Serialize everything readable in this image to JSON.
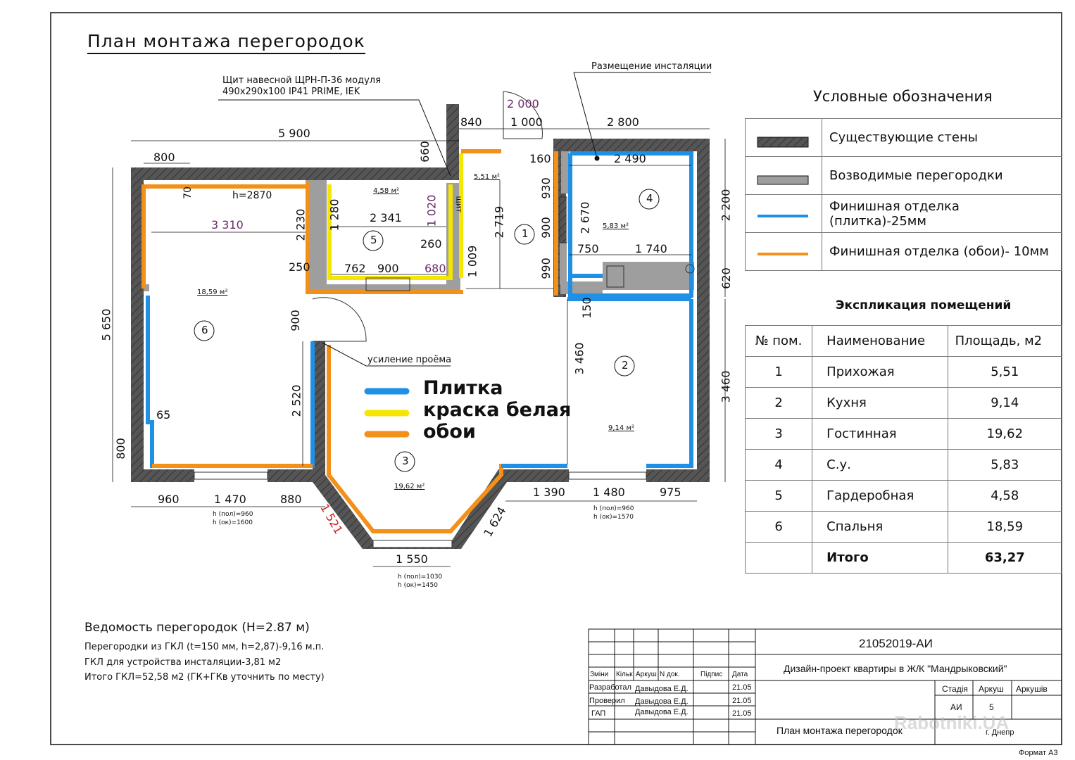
{
  "title": "План монтажа перегородок",
  "callouts": {
    "panel_line1": "Щит навесной ЩРН-П-36 модуля",
    "panel_line2": "490х290х100 IP41 PRIME, IEK",
    "install": "Размещение инсталяции",
    "opening": "усиление проёма",
    "panel_label": "щит"
  },
  "annotations": {
    "ceiling_height": "h=2870",
    "window1": [
      "h (пол)=960",
      "h (ок)=1600"
    ],
    "window2": [
      "h (пол)=960",
      "h (ок)=1570"
    ],
    "window3": [
      "h (пол)=1030",
      "h (ок)=1450"
    ]
  },
  "dimensions": {
    "total_width": "5 900",
    "d800a": "800",
    "d660": "660",
    "d840": "840",
    "d1000": "1 000",
    "d2000": "2 000",
    "d2800": "2 800",
    "d2490": "2 490",
    "d160": "160",
    "d930": "930",
    "d900b": "900",
    "d990": "990",
    "d2670": "2 670",
    "d750": "750",
    "d1740": "1 740",
    "d2200": "2 200",
    "d620": "620",
    "d150": "150",
    "d3460a": "3 460",
    "d3460b": "3 460",
    "d70": "70",
    "d3310": "3 310",
    "d2230": "2 230",
    "d1280": "1 280",
    "d2341": "2 341",
    "d1020": "1 020",
    "d260": "260",
    "d2719": "2 719",
    "d1009": "1 009",
    "d762": "762",
    "d900a": "900",
    "d680": "680",
    "d250": "250",
    "d900c": "900",
    "d5650": "5 650",
    "d2520": "2 520",
    "d65": "65",
    "d800b": "800",
    "d960": "960",
    "d1470": "1 470",
    "d880": "880",
    "d1521": "1 521",
    "d1550": "1 550",
    "d1624": "1 624",
    "d1390": "1 390",
    "d1480": "1 480",
    "d975": "975"
  },
  "rooms": [
    {
      "num": "1",
      "area": "5,51 м²"
    },
    {
      "num": "2",
      "area": "9,14 м²"
    },
    {
      "num": "3",
      "area": "19,62 м²"
    },
    {
      "num": "4",
      "area": "5,83 м²"
    },
    {
      "num": "5",
      "area": "4,58 м²"
    },
    {
      "num": "6",
      "area": "18,59 м²"
    }
  ],
  "finish_legend": [
    {
      "label": "Плитка",
      "color": "#1e90e6"
    },
    {
      "label": "краска белая",
      "color": "#f5e600"
    },
    {
      "label": "обои",
      "color": "#f39019"
    }
  ],
  "legend": {
    "title": "Условные обозначения",
    "rows": [
      {
        "label": "Существующие стены"
      },
      {
        "label": "Возводимые перегородки"
      },
      {
        "label": "Финишная отделка (плитка)-25мм"
      },
      {
        "label": "Финишная отделка (обои)- 10мм"
      }
    ]
  },
  "explication": {
    "title": "Экспликация помещений",
    "headers": [
      "№ пом.",
      "Наименование",
      "Площадь, м2"
    ],
    "rows": [
      [
        "1",
        "Прихожая",
        "5,51"
      ],
      [
        "2",
        "Кухня",
        "9,14"
      ],
      [
        "3",
        "Гостинная",
        "19,62"
      ],
      [
        "4",
        "С.у.",
        "5,83"
      ],
      [
        "5",
        "Гардеробная",
        "4,58"
      ],
      [
        "6",
        "Спальня",
        "18,59"
      ]
    ],
    "total": [
      "",
      "Итого",
      "63,27"
    ]
  },
  "partitions": {
    "title": "Ведомость перегородок (Н=2.87 м)",
    "lines": [
      "Перегородки из ГКЛ (t=150 мм, h=2,87)-9,16 м.п.",
      "ГКЛ для устройства инсталяции-3,81 м2",
      "Итого ГКЛ=52,58 м2 (ГК+ГКв уточнить по месту)"
    ]
  },
  "stamp": {
    "code": "21052019-АИ",
    "project": "Дизайн-проект квартиры в Ж/К \"Мандрыковский\"",
    "sheet_title": "План монтажа перегородок",
    "city": "г. Днепр",
    "headers": [
      "Зміни",
      "Кільк",
      "Аркуш",
      "N док.",
      "Підпис",
      "Дата"
    ],
    "people": [
      {
        "role": "Разработал",
        "name": "Давыдова Е.Д.",
        "date": "21.05"
      },
      {
        "role": "Проверил",
        "name": "Давыдова Е.Д.",
        "date": "21.05"
      },
      {
        "role": "ГАП",
        "name": "Давыдова Е.Д.",
        "date": "21.05"
      }
    ],
    "stage_headers": [
      "Стадія",
      "Аркуш",
      "Аркушів"
    ],
    "stage_values": [
      "АИ",
      "5",
      ""
    ],
    "format": "Формат А3",
    "watermark": "Rabotniki.UA"
  },
  "colors": {
    "wall": "#555555",
    "partition": "#9e9e9e",
    "tile": "#1e90e6",
    "paint": "#f5e600",
    "wallpaper": "#f39019"
  }
}
